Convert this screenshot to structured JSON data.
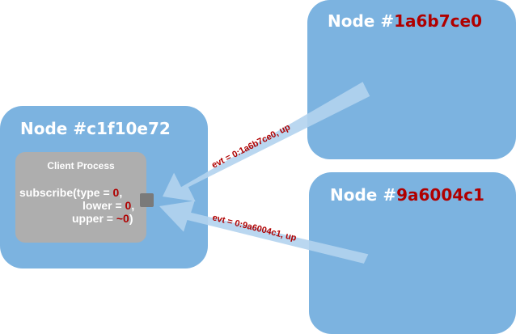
{
  "nodes": {
    "left": {
      "prefix": "Node #",
      "id": "c1f10e72"
    },
    "top": {
      "prefix": "Node #",
      "id": "1a6b7ce0"
    },
    "bottom": {
      "prefix": "Node #",
      "id": "9a6004c1"
    }
  },
  "process": {
    "title": "Client Process",
    "line1_text": "subscribe(type = ",
    "line1_val": "0",
    "line1_end": ",",
    "line2_text": "lower = ",
    "line2_val": "0",
    "line2_end": ",",
    "line3_text": "upper = ",
    "line3_val": "~0",
    "line3_end": ")"
  },
  "events": {
    "from_top": "evt = 0:1a6b7ce0, up",
    "from_bottom": "evt = 0:9a6004c1, up"
  },
  "colors": {
    "node_fill": "#7cb3e0",
    "process_fill": "#aeaeae",
    "highlight": "#b00000",
    "arrow": "#b3d3ee"
  }
}
